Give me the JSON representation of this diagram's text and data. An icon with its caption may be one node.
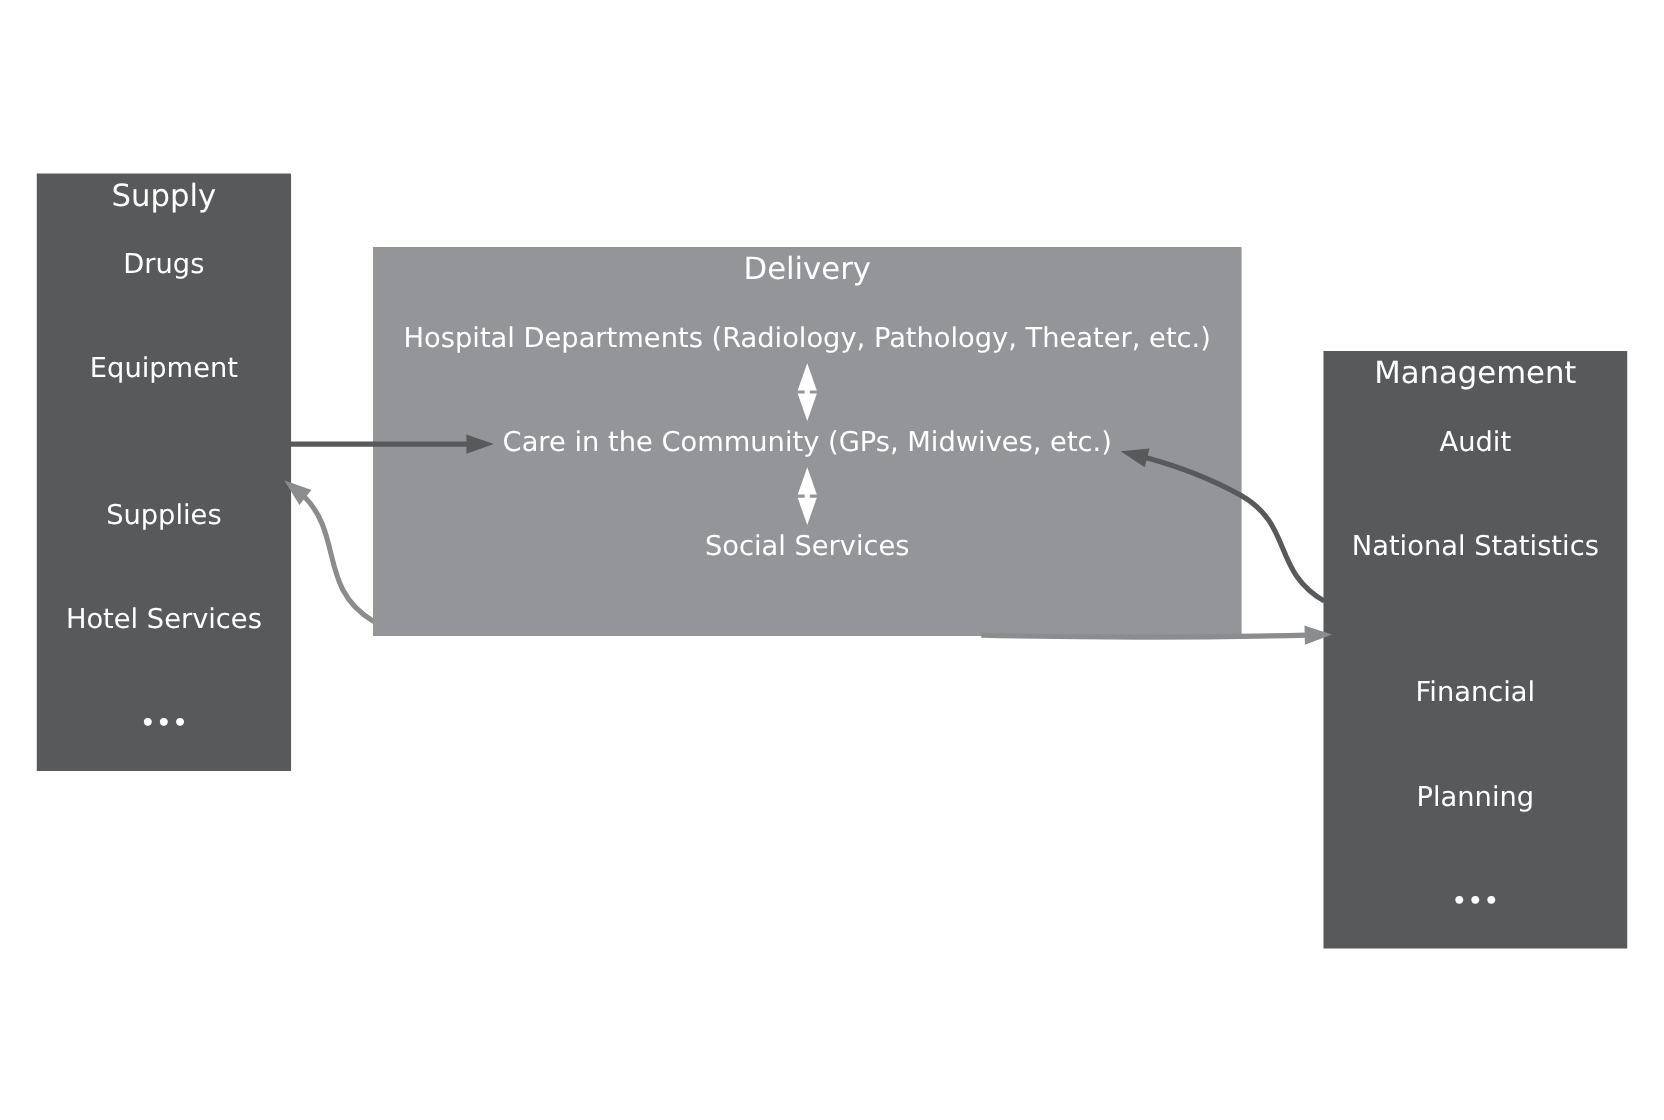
{
  "diagram": {
    "nodes": [
      {
        "text": [
          "Supply"
        ]
      },
      {
        "text": [
          "Drugs"
        ],
        "in": 0
      },
      {
        "text": [
          "Equipment"
        ],
        "in": 0
      },
      {
        "text": [
          "Supplies"
        ],
        "in": 0
      },
      {
        "text": [
          "Hotel Services"
        ],
        "in": 0
      },
      {
        "text": [
          "•••"
        ],
        "in": 0
      },
      {
        "text": [
          "Delivery"
        ]
      },
      {
        "text": [
          "Hospital Departments (Radiology, Pathology, Theater, etc.)"
        ],
        "in": 6
      },
      {
        "text": [
          "Care in the Community (GPs, Midwives, etc.)"
        ],
        "in": 6
      },
      {
        "text": [
          "Social Services"
        ],
        "in": 6
      },
      {
        "text": [
          "Management"
        ]
      },
      {
        "text": [
          "Audit"
        ],
        "in": 10
      },
      {
        "text": [
          "National Statistics"
        ],
        "in": 10
      },
      {
        "text": [
          "Financial"
        ],
        "in": 10
      },
      {
        "text": [
          "Planning"
        ],
        "in": 10
      },
      {
        "text": [
          "•••"
        ],
        "in": 10
      }
    ],
    "edges": [
      {
        "from": 7,
        "to": 8,
        "arrow": "both",
        "color": "#ffffff"
      },
      {
        "from": 8,
        "to": 9,
        "arrow": "both",
        "color": "#ffffff"
      },
      {
        "from": 6,
        "to": 0,
        "arrow": "to",
        "color": "#8a8c8e"
      },
      {
        "from": 0,
        "to": 8,
        "arrow": "to",
        "color": "#58595b"
      },
      {
        "from": 10,
        "to": 8,
        "arrow": "to",
        "color": "#58595b"
      },
      {
        "from": 6,
        "to": 10,
        "arrow": "to",
        "color": "#8a8c8e"
      }
    ]
  }
}
